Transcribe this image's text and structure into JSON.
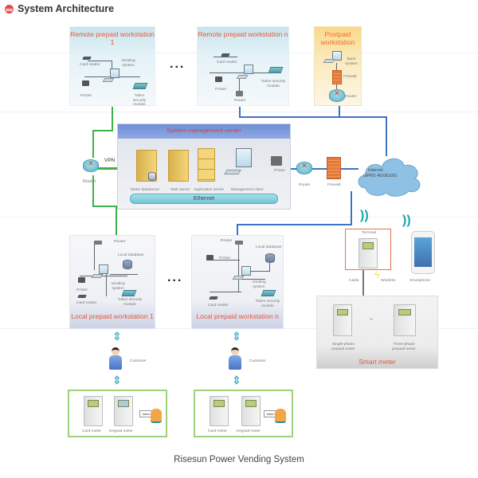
{
  "header": {
    "title": "System Architecture",
    "icon": "logo-icon"
  },
  "remote_workstations": [
    {
      "title": "Remote prepaid workstation 1",
      "labels": {
        "card_reader": "Card reader",
        "vending_system": "Vending system",
        "printer": "Printer",
        "token_security_module": "Token security module"
      }
    },
    {
      "title": "Remote prepaid workstation n",
      "labels": {
        "card_reader": "Card reader",
        "printer": "Printer",
        "token_security_module": "Token security module",
        "router": "Router"
      }
    }
  ],
  "ellipsis": "...",
  "postpaid": {
    "title": "Postpaid workstation",
    "labels": {
      "bank_system": "Bank system",
      "firewall": "Firewall",
      "router": "Router"
    }
  },
  "vpn_router": {
    "vpn_label": "VPN",
    "router_label": "Router"
  },
  "management_center": {
    "title": "System management center",
    "servers": [
      "Meter dataserver",
      "Web server",
      "Application server",
      "Management client"
    ],
    "printer": "Printer",
    "ethernet": "Ethernet"
  },
  "internet": {
    "router": "Router",
    "firewall": "Firewall",
    "cloud_line1": "Internet",
    "cloud_line2": "GPRS  4G/3G/2G"
  },
  "local_workstations": [
    {
      "title": "Local prepaid workstation 1",
      "labels": {
        "router": "Router",
        "local_database": "Local database",
        "printer": "Printer",
        "vending_system": "Vending system",
        "card_reader": "Card reader",
        "token_security_module": "Token security module"
      }
    },
    {
      "title": "Local prepaid workstation n",
      "labels": {
        "router": "Router",
        "local_database": "Local database",
        "printer": "Printer",
        "vending_system": "Vending system",
        "card_reader": "Card reader",
        "token_security_module": "Token security module"
      }
    }
  ],
  "terminal": {
    "label": "Terminal",
    "cable": "Cable",
    "wireless": "Wireless",
    "smartphone": "Smartphone"
  },
  "smart_meter": {
    "title": "Smart meter",
    "single_phase": "Single-phase prepaid meter",
    "three_phase": "Three-phase prepaid meter",
    "dash": "–"
  },
  "customers": [
    {
      "label": "Customer"
    },
    {
      "label": "Customer"
    }
  ],
  "meter_groups": [
    {
      "card_meter": "Card meter",
      "keypad_meter": "Keypad meter",
      "token": "token"
    },
    {
      "card_meter": "Card meter",
      "keypad_meter": "Keypad meter",
      "token": "token"
    }
  ],
  "caption": "Risesun Power Vending System",
  "colors": {
    "accent_red": "#e3583c",
    "vpn_green": "#3db14a",
    "internet_blue": "#3c73c2",
    "arrow_blue": "#5cb6cf"
  }
}
